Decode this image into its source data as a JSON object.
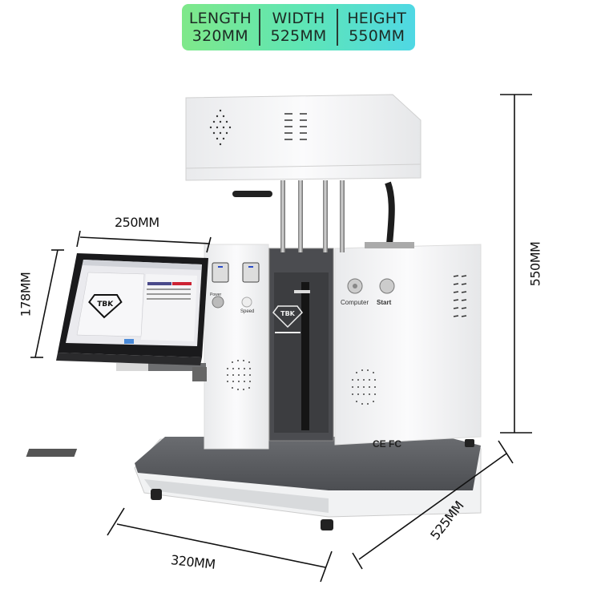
{
  "spec_badge": {
    "cells": [
      {
        "label": "LENGTH",
        "value": "320MM"
      },
      {
        "label": "WIDTH",
        "value": "525MM"
      },
      {
        "label": "HEIGHT",
        "value": "550MM"
      }
    ],
    "gradient": [
      "#7fe88a",
      "#4fd8e4"
    ]
  },
  "dimensions": {
    "monitor_width": "250MM",
    "monitor_height": "178MM",
    "machine_height": "550MM",
    "machine_depth": "525MM",
    "machine_length": "320MM"
  },
  "machine": {
    "brand": "TBK",
    "panel_labels": {
      "computer": "Computer",
      "start": "Start",
      "power": "Power",
      "speed": "Speed"
    },
    "certifications": "CE FC"
  },
  "monitor": {
    "screen_logo": "TBK"
  }
}
